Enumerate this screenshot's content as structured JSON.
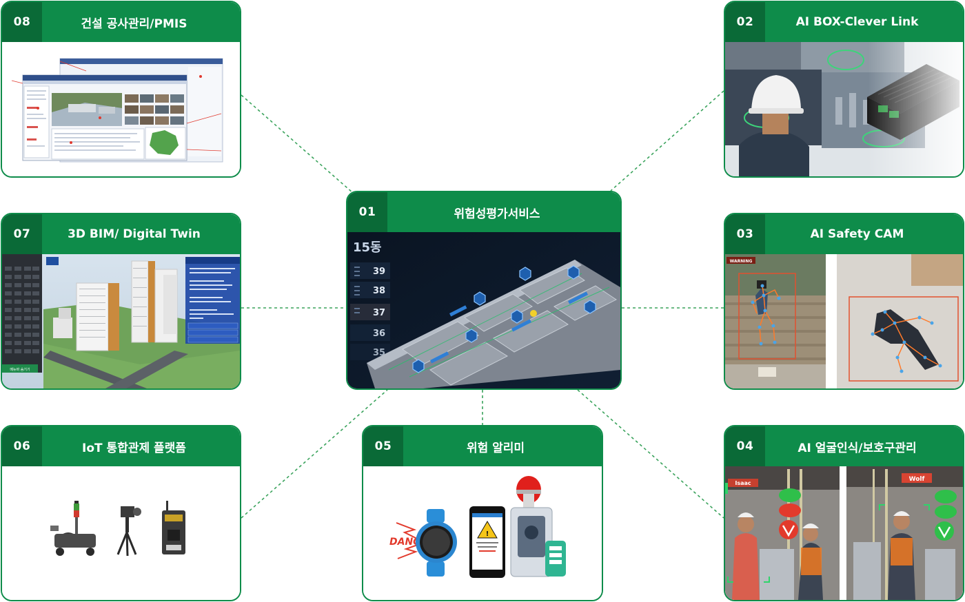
{
  "brand": {
    "primary": "#0e8c4a",
    "number_bg": "#0a6a37",
    "connector": "#3aa35c"
  },
  "cards": {
    "c01": {
      "number": "01",
      "title": "위험성평가서비스",
      "floor_label": "15동",
      "floors": [
        "39",
        "38",
        "37",
        "36",
        "35"
      ]
    },
    "c02": {
      "number": "02",
      "title": "AI  BOX-Clever Link"
    },
    "c03": {
      "number": "03",
      "title": "AI Safety CAM",
      "warning_tag": "WARNING"
    },
    "c04": {
      "number": "04",
      "title": "AI 얼굴인식/보호구관리",
      "sign_left": "Isaac",
      "sign_right": "Wolf"
    },
    "c05": {
      "number": "05",
      "title": "위험 알리미",
      "danger_text": "DANGER"
    },
    "c06": {
      "number": "06",
      "title": "IoT 통합관제 플랫폼"
    },
    "c07": {
      "number": "07",
      "title": "3D BIM/ Digital Twin",
      "side_button": "메뉴바 숨기기"
    },
    "c08": {
      "number": "08",
      "title": "건설 공사관리/PMIS"
    }
  }
}
